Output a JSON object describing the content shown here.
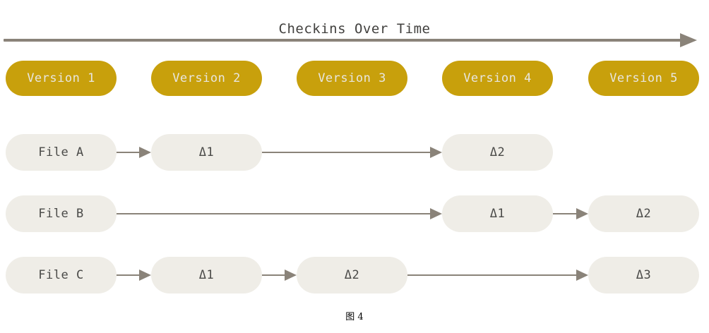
{
  "diagram": {
    "title": "Checkins Over Time",
    "caption": "图 4",
    "colors": {
      "version_badge": "#c8a00c",
      "version_badge_text": "#e8e6e0",
      "node_fill": "#efede7",
      "node_text": "#4a4a48",
      "arrow": "#8a8379",
      "title_text": "#41403e",
      "background": "#ffffff"
    },
    "axis": {
      "label": "Checkins Over Time",
      "direction": "left-to-right",
      "arrowhead": "right"
    },
    "versions": [
      {
        "label": "Version 1"
      },
      {
        "label": "Version 2"
      },
      {
        "label": "Version 3"
      },
      {
        "label": "Version 4"
      },
      {
        "label": "Version 5"
      }
    ],
    "rows": [
      {
        "name": "File A",
        "nodes": [
          {
            "label": "File A",
            "column": 1
          },
          {
            "label": "Δ1",
            "column": 2
          },
          {
            "label": "Δ2",
            "column": 4
          }
        ]
      },
      {
        "name": "File B",
        "nodes": [
          {
            "label": "File B",
            "column": 1
          },
          {
            "label": "Δ1",
            "column": 4
          },
          {
            "label": "Δ2",
            "column": 5
          }
        ]
      },
      {
        "name": "File C",
        "nodes": [
          {
            "label": "File C",
            "column": 1
          },
          {
            "label": "Δ1",
            "column": 2
          },
          {
            "label": "Δ2",
            "column": 3
          },
          {
            "label": "Δ3",
            "column": 5
          }
        ]
      }
    ]
  }
}
